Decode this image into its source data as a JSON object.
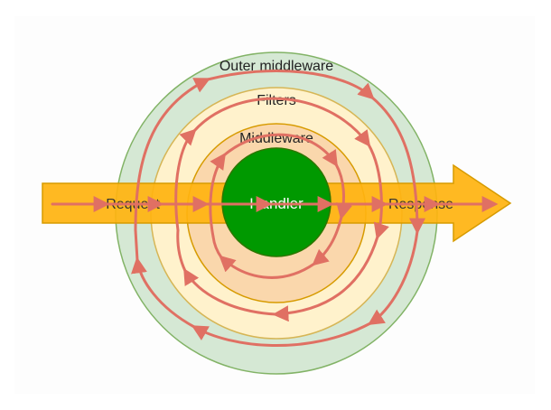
{
  "diagram": {
    "layers": {
      "outer": {
        "label": "Outer middleware",
        "fill": "#d5e8d4",
        "stroke": "#82b366"
      },
      "filters": {
        "label": "Filters",
        "fill": "#fff2cc",
        "stroke": "#d6b656"
      },
      "middleware": {
        "label": "Middleware",
        "fill": "#fad7ac",
        "stroke": "#d79b00"
      },
      "handler": {
        "label": "Handler",
        "fill": "#009900",
        "stroke": "#2d7600"
      }
    },
    "flow": {
      "request_label": "Request",
      "response_label": "Response",
      "band_color": "#ffb30f",
      "band_stroke": "#d79b00",
      "arrow_color": "#e07063"
    }
  }
}
